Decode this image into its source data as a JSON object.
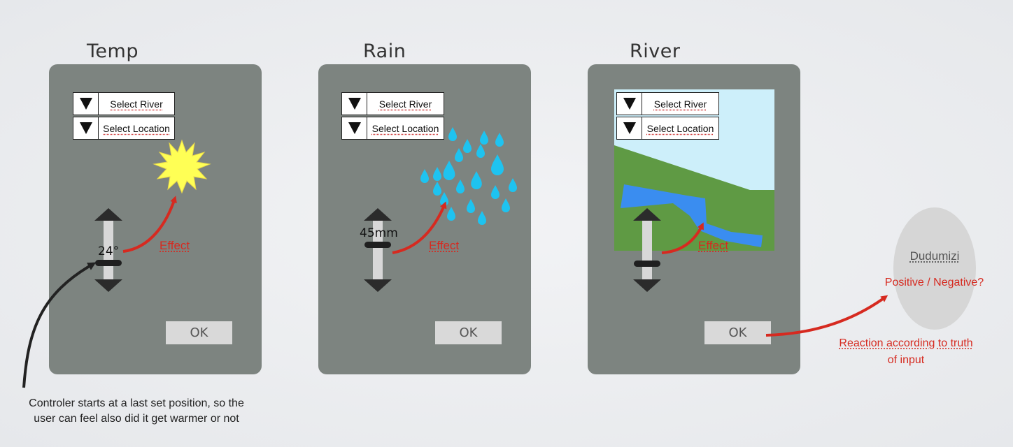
{
  "panels": [
    {
      "title": "Temp",
      "select_river": "Select River",
      "select_location": "Select Location",
      "value": "24°",
      "effect": "Effect",
      "ok": "OK"
    },
    {
      "title": "Rain",
      "select_river": "Select River",
      "select_location": "Select Location",
      "value": "45mm",
      "effect": "Effect",
      "ok": "OK"
    },
    {
      "title": "River",
      "select_river": "Select River",
      "select_location": "Select Location",
      "value": "",
      "effect": "Effect",
      "ok": "OK"
    }
  ],
  "result": {
    "title": "Dudumizi",
    "question": "Positive / Negative?",
    "reaction_line1": "Reaction according to truth",
    "reaction_line2": "of input"
  },
  "note": {
    "line1": "Controler starts at a last set position, so the",
    "line2": "user can feel also did it get warmer or not"
  },
  "colors": {
    "device": "#7d8480",
    "arrow_red": "#d62a20",
    "sun": "#ffff55",
    "rain": "#1ec3f0",
    "sky": "#cdeffa",
    "grass": "#5f9a44",
    "river": "#3a8df0"
  },
  "icons": [
    "sun-icon",
    "rain-drops-icon",
    "river-landscape-icon",
    "dropdown-arrow-icon"
  ]
}
